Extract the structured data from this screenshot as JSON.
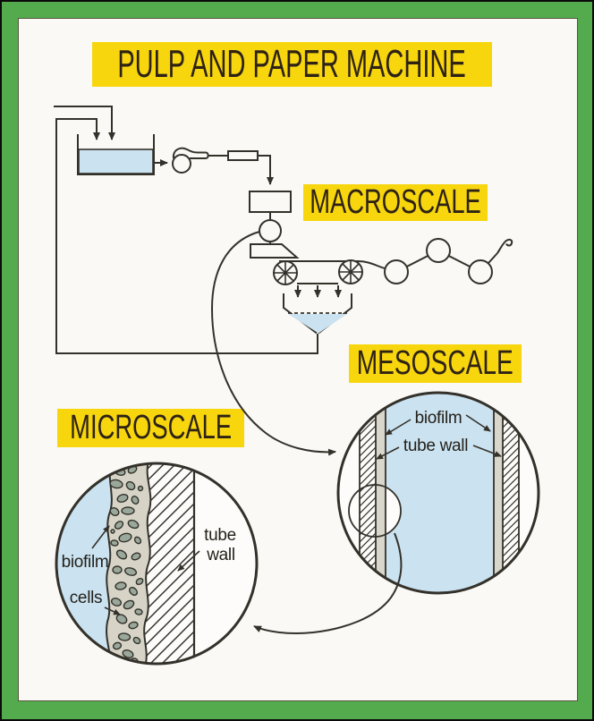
{
  "title": {
    "text": "PULP AND PAPER MACHINE"
  },
  "scales": {
    "macro": {
      "label": "MACROSCALE"
    },
    "meso": {
      "label": "MESOSCALE"
    },
    "micro": {
      "label": "MICROSCALE"
    }
  },
  "meso_inset": {
    "biofilm_label": "biofilm",
    "tube_wall_label": "tube wall"
  },
  "micro_inset": {
    "biofilm_label": "biofilm",
    "cells_label": "cells",
    "tube_wall_word1": "tube",
    "tube_wall_word2": "wall"
  },
  "colors": {
    "frame_green": "#54ab4d",
    "panel_white": "#fbf9f5",
    "banner_yellow": "#f7d60e",
    "banner_text": "#2e2214",
    "water_blue": "#cbe2f0",
    "biofilm_gray": "#d7d4c7",
    "cell_gray_green": "#9aa89c",
    "ink": "#33312a"
  }
}
